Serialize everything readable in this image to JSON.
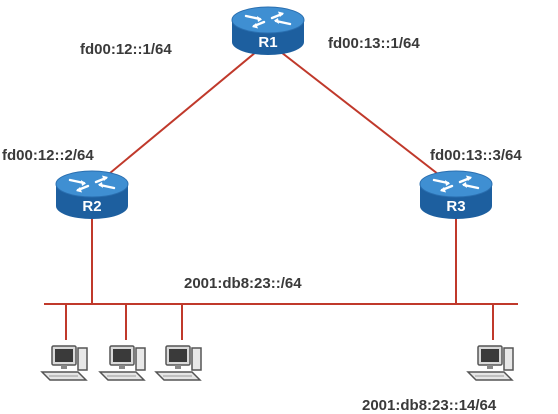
{
  "colors": {
    "link": "#c0392b",
    "router_top": "#3f8fd2",
    "router_side": "#1d5f9f",
    "text": "#3a3a3a"
  },
  "routers": {
    "r1": {
      "name": "R1",
      "icon": "router-icon"
    },
    "r2": {
      "name": "R2",
      "icon": "router-icon"
    },
    "r3": {
      "name": "R3",
      "icon": "router-icon"
    }
  },
  "links": {
    "r1_r2": {
      "r1_addr": "fd00:12::1/64",
      "r2_addr": "fd00:12::2/64"
    },
    "r1_r3": {
      "r1_addr": "fd00:13::1/64",
      "r3_addr": "fd00:13::3/64"
    }
  },
  "lan": {
    "subnet": "2001:db8:23::/64",
    "host_addr": "2001:db8:23::14/64"
  },
  "hosts": [
    {
      "icon": "pc-icon"
    },
    {
      "icon": "pc-icon"
    },
    {
      "icon": "pc-icon"
    },
    {
      "icon": "pc-icon"
    }
  ]
}
